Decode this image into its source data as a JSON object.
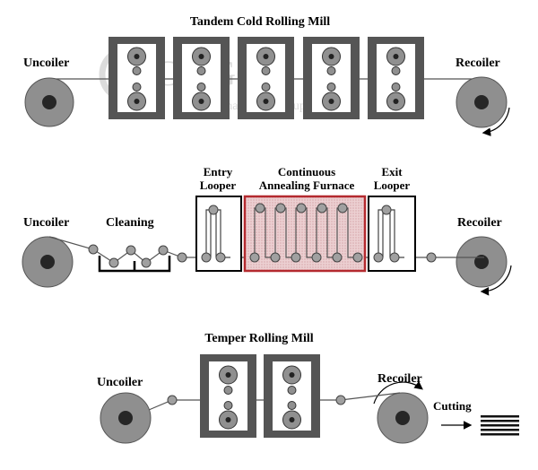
{
  "sections": {
    "tandem": {
      "title": "Tandem Cold Rolling Mill",
      "uncoiler": "Uncoiler",
      "recoiler": "Recoiler"
    },
    "annealing": {
      "uncoiler": "Uncoiler",
      "cleaning": "Cleaning",
      "entry_looper": [
        "Entry",
        "Looper"
      ],
      "furnace": [
        "Continuous",
        "Annealing Furnace"
      ],
      "exit_looper": [
        "Exit",
        "Looper"
      ],
      "recoiler": "Recoiler"
    },
    "temper": {
      "title": "Temper Rolling Mill",
      "uncoiler": "Uncoiler",
      "recoiler": "Recoiler",
      "cutting": "Cutting"
    }
  },
  "watermark": {
    "mark": "CMGC",
    "text": "China Metal Group Co., Ltd."
  },
  "colors": {
    "coil_outer": "#8f8f8f",
    "coil_inner": "#262626",
    "stand_frame": "#555555",
    "roll": "#909090",
    "furnace_fill": "#e9c9cb",
    "furnace_border": "#b42a2f",
    "strip": "#555555"
  }
}
